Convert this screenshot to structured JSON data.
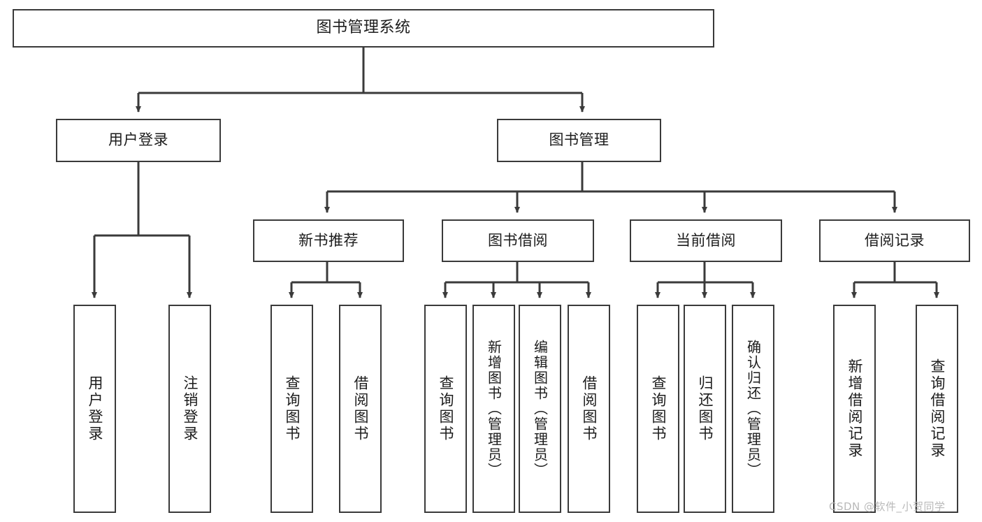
{
  "diagram": {
    "title": "图书管理系统",
    "type": "tree",
    "orientation": "top-down",
    "colors": {
      "box_border": "#3a3a3a",
      "box_fill": "#ffffff",
      "edge": "#3a3a3a",
      "text": "#1c1c1c",
      "watermark": "#b9b9b9",
      "background": "#ffffff"
    },
    "watermark": "CSDN @软件_小贺同学",
    "levels": {
      "root": {
        "label": "图书管理系统"
      },
      "level2": [
        {
          "label": "用户登录"
        },
        {
          "label": "图书管理"
        }
      ],
      "level3": [
        {
          "label": "新书推荐"
        },
        {
          "label": "图书借阅"
        },
        {
          "label": "当前借阅"
        },
        {
          "label": "借阅记录"
        }
      ],
      "leaves": {
        "user_login": [
          {
            "label": "用户登录"
          },
          {
            "label": "注销登录"
          }
        ],
        "new_book": [
          {
            "label": "查询图书"
          },
          {
            "label": "借阅图书"
          }
        ],
        "book_borrow": [
          {
            "label": "查询图书"
          },
          {
            "label": "新增图书（管理员）"
          },
          {
            "label": "编辑图书（管理员）"
          },
          {
            "label": "借阅图书"
          }
        ],
        "current_borrow": [
          {
            "label": "查询图书"
          },
          {
            "label": "归还图书"
          },
          {
            "label": "确认归还（管理员）"
          }
        ],
        "borrow_record": [
          {
            "label": "新增借阅记录"
          },
          {
            "label": "查询借阅记录"
          }
        ]
      }
    }
  }
}
